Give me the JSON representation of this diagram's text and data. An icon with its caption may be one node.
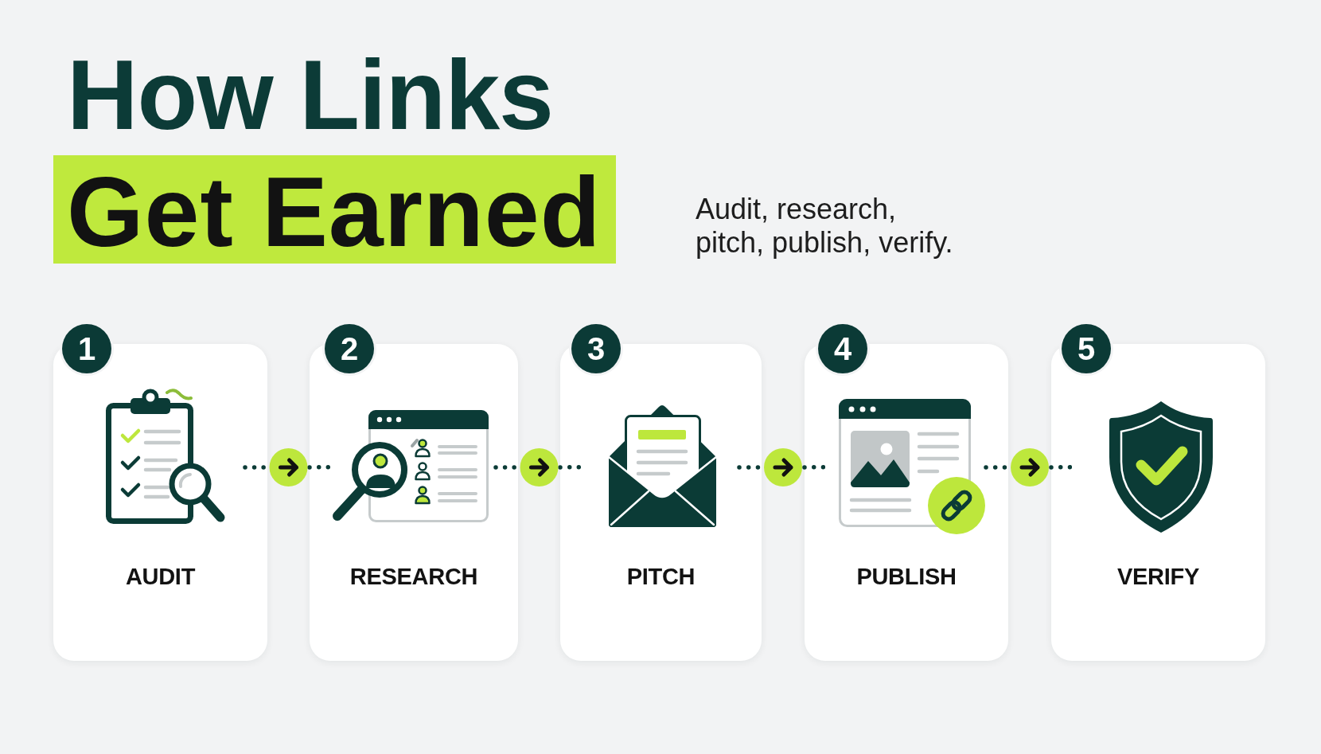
{
  "diagram": {
    "title": "How Links Get Earned",
    "nodes": [
      {
        "text": [
          "1"
        ]
      },
      {
        "text": [
          "AUDIT"
        ]
      },
      {
        "text": [
          "2"
        ]
      },
      {
        "text": [
          "RESEARCH"
        ]
      },
      {
        "text": [
          "3"
        ]
      },
      {
        "text": [
          "PITCH"
        ]
      },
      {
        "text": [
          "4"
        ]
      },
      {
        "text": [
          "PUBLISH"
        ]
      },
      {
        "text": [
          "5"
        ]
      },
      {
        "text": [
          "VERIFY"
        ]
      }
    ],
    "edges": [
      {
        "from": 1,
        "to": 3,
        "arrow": "to",
        "style": "dashed"
      },
      {
        "from": 3,
        "to": 5,
        "arrow": "to",
        "style": "dashed"
      },
      {
        "from": 5,
        "to": 7,
        "arrow": "to",
        "style": "dashed"
      },
      {
        "from": 7,
        "to": 9,
        "arrow": "to",
        "style": "dashed"
      }
    ],
    "labels": [
      "Audit, research, pitch, publish, verify."
    ]
  }
}
